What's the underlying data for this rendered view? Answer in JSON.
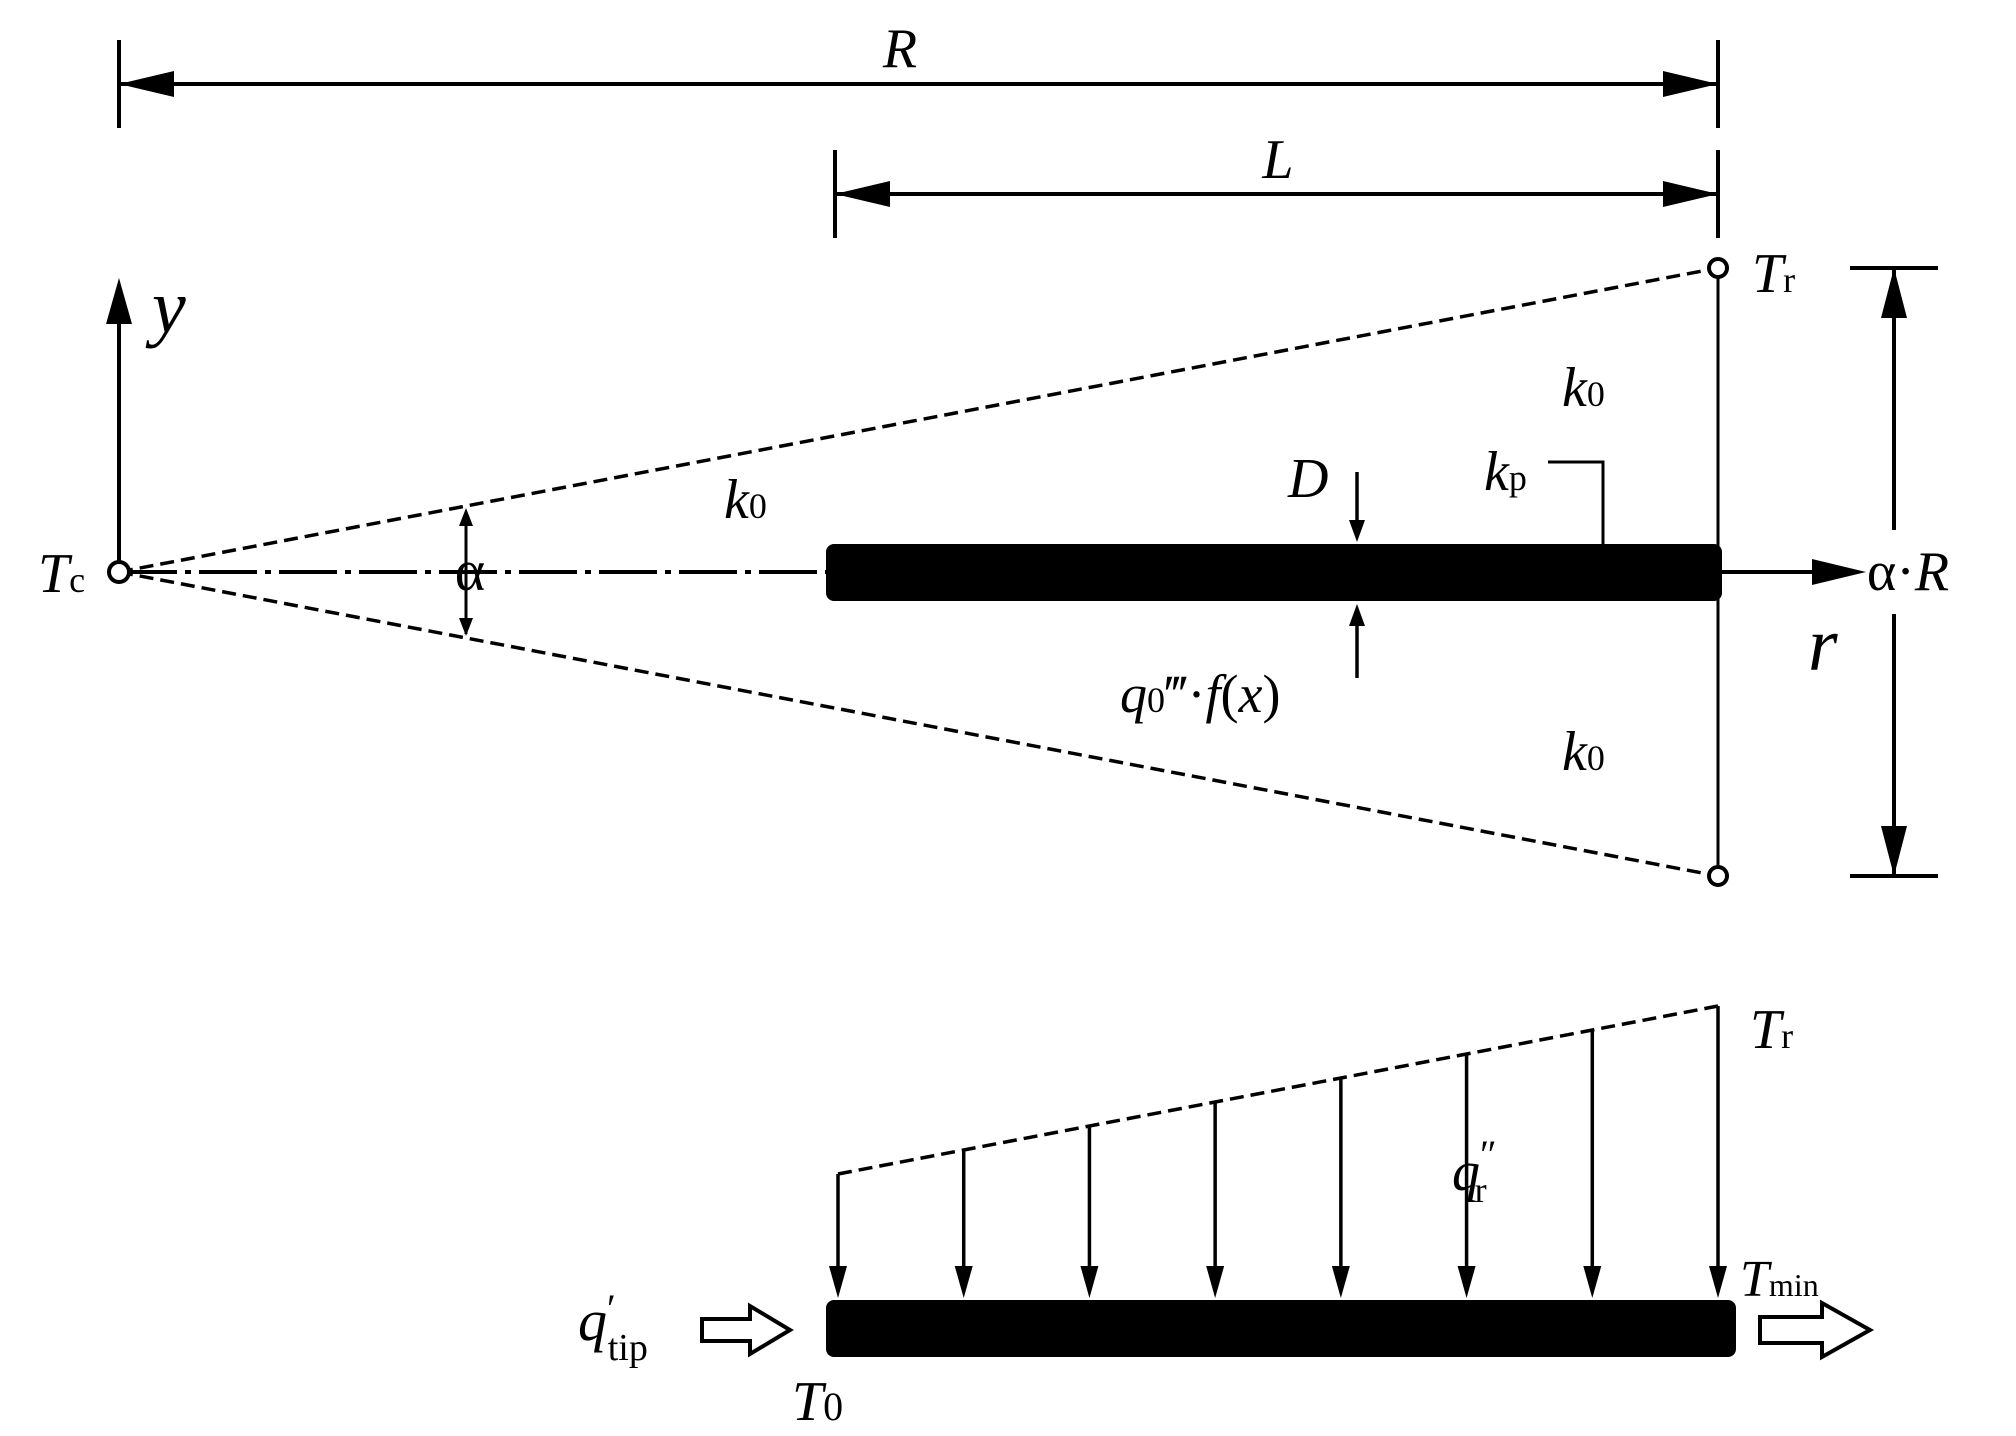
{
  "labels": {
    "R": "R",
    "L": "L",
    "y": "y",
    "r": "r",
    "T_c": {
      "base": "T",
      "sub": "c"
    },
    "T_r_top": {
      "base": "T",
      "sub": "r"
    },
    "T_r_bottom": {
      "base": "T",
      "sub": "r"
    },
    "k0_left": {
      "base": "k",
      "sub": "0"
    },
    "k0_top": {
      "base": "k",
      "sub": "0"
    },
    "k0_bottom": {
      "base": "k",
      "sub": "0"
    },
    "k_p": {
      "base": "k",
      "sub": "p"
    },
    "D": "D",
    "alpha": "α",
    "alpha_R": {
      "a": "α·",
      "b": "R"
    },
    "q0_f": {
      "q": "q",
      "sub": "0",
      "primes": "‴·",
      "f": "f",
      "open": "(",
      "x": "x",
      "close": ")"
    },
    "q_r": {
      "base": "q",
      "sup": "″",
      "sub": "r"
    },
    "q_tip": {
      "base": "q",
      "sup": "′",
      "sub": "tip"
    },
    "T_min": {
      "base": "T",
      "sub": "min"
    },
    "T_0": {
      "base": "T",
      "sub": "0"
    }
  }
}
